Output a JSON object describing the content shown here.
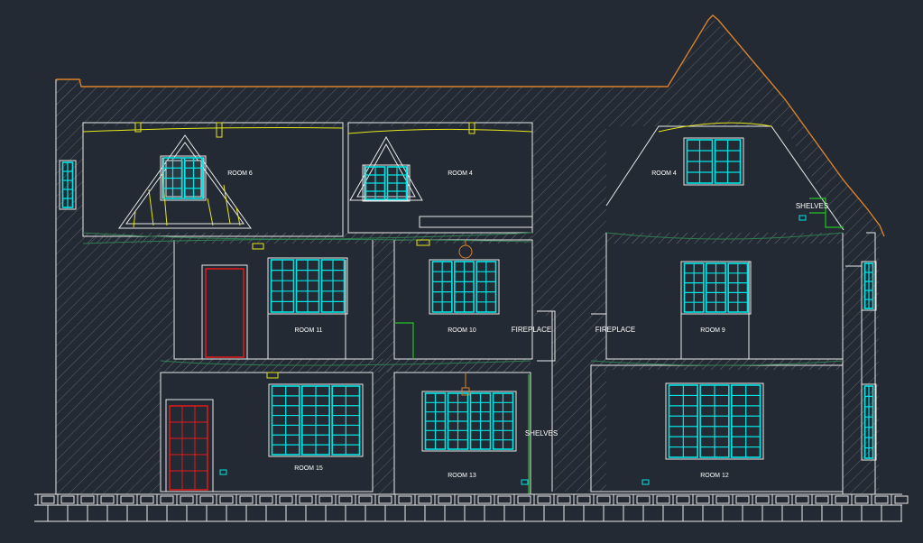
{
  "colors": {
    "background": "#232a33",
    "line": "#e8e8e8",
    "hatch": "#59606a",
    "glass": "#00e5e5",
    "roof_edge": "#d9822b",
    "timber": "#e6e61a",
    "door": "#e01b1b",
    "floor_band": "#2f7d52",
    "shelf": "#22c422"
  },
  "labels": {
    "room6": "ROOM 6",
    "room4_left": "ROOM 4",
    "room4_right": "ROOM 4",
    "shelves_top": "SHELVES",
    "room11": "ROOM 11",
    "room10": "ROOM 10",
    "fireplace_left": "FIREPLACE",
    "fireplace_right": "FIREPLACE",
    "room9": "ROOM 9",
    "room15": "ROOM 15",
    "room13": "ROOM 13",
    "shelves_bottom": "SHELVES",
    "room12": "ROOM 12"
  }
}
